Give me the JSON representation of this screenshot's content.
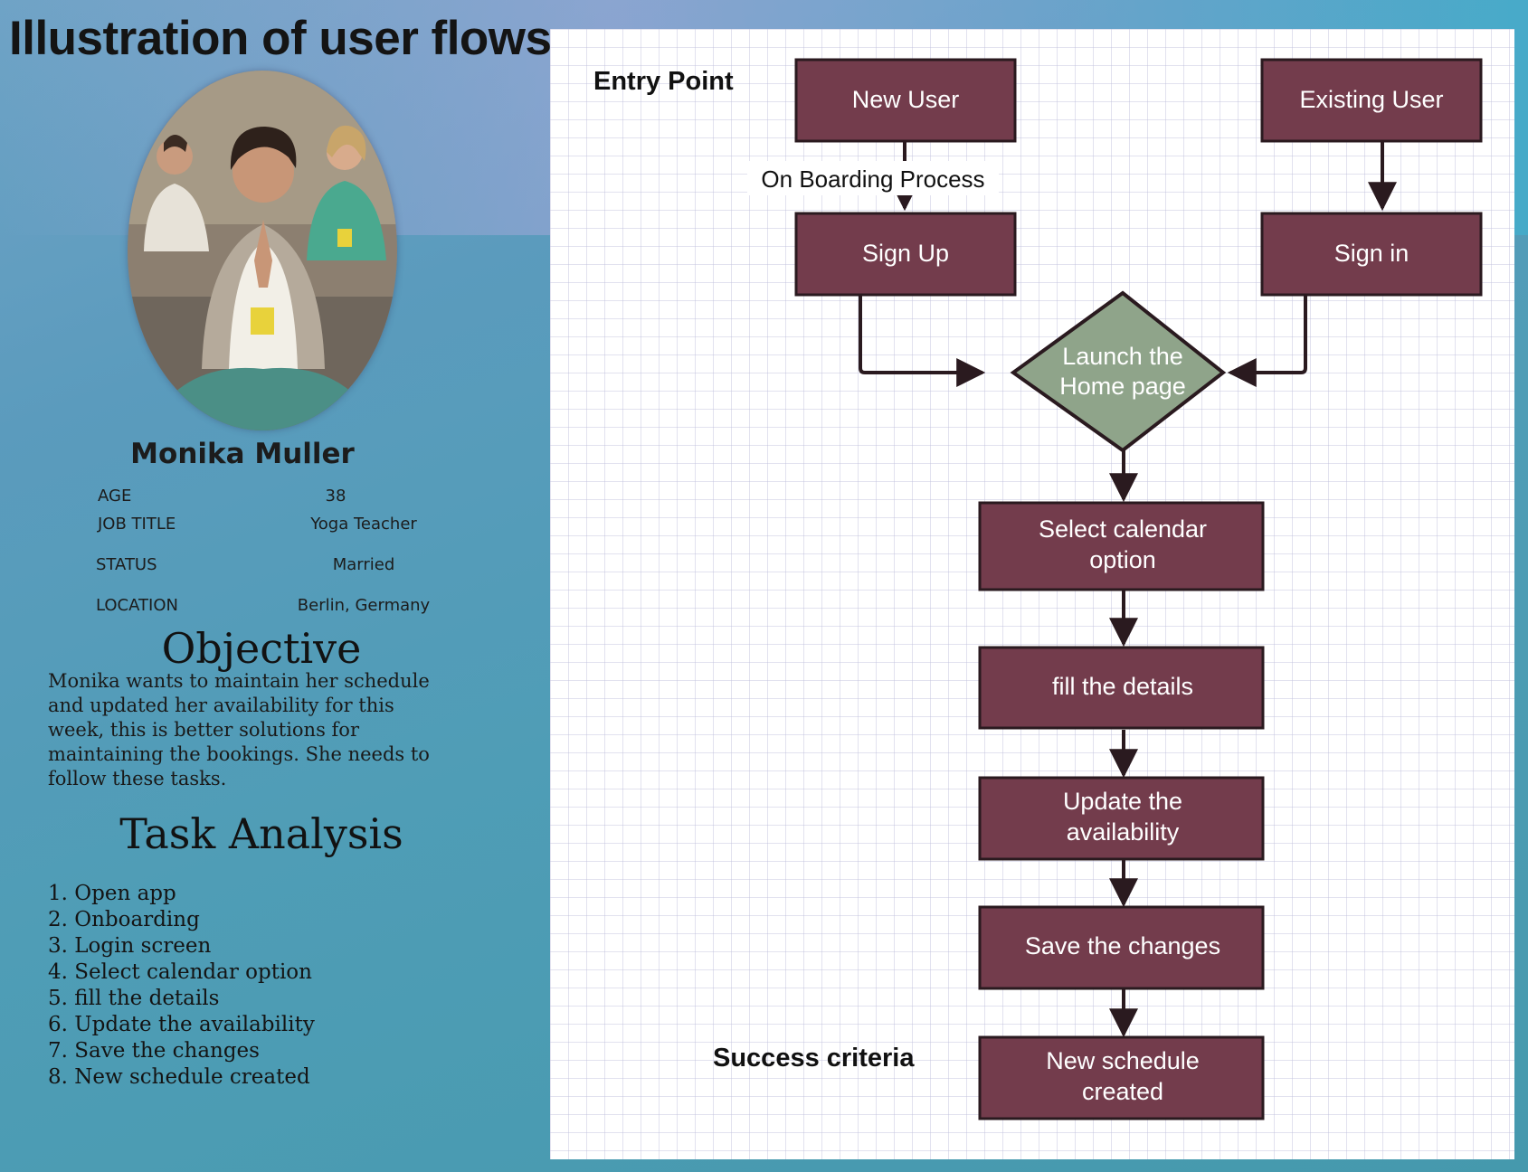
{
  "title": "Illustration of user flows",
  "persona": {
    "name": "Monika Muller",
    "photo_icon": "meditating-woman-photo",
    "attributes": [
      {
        "label": "AGE",
        "value": "38"
      },
      {
        "label": "JOB TITLE",
        "value": "Yoga Teacher"
      },
      {
        "label": "STATUS",
        "value": "Married"
      },
      {
        "label": "LOCATION",
        "value": "Berlin, Germany"
      }
    ]
  },
  "objective": {
    "heading": "Objective",
    "lines": [
      "Monika wants to maintain her schedule",
      "and updated her availability for this",
      "week, this is better solutions for",
      "maintaining the bookings. She needs to",
      "follow these tasks."
    ]
  },
  "task_analysis": {
    "heading": "Task Analysis",
    "items": [
      "1. Open app",
      "2. Onboarding",
      "3. Login screen",
      "4. Select calendar option",
      "5. fill the details",
      "6. Update the availability",
      "7. Save the changes",
      "8. New schedule created"
    ]
  },
  "flow": {
    "entry_label": "Entry Point",
    "success_label": "Success criteria",
    "edge_label": "On Boarding Process",
    "nodes": {
      "new_user": [
        "New User"
      ],
      "existing_user": [
        "Existing User"
      ],
      "sign_up": [
        "Sign Up"
      ],
      "sign_in": [
        "Sign in"
      ],
      "launch": [
        "Launch the",
        "Home page"
      ],
      "select_calendar": [
        "Select calendar",
        "option"
      ],
      "fill_details": [
        "fill the details"
      ],
      "update_availability": [
        "Update the",
        "availability"
      ],
      "save_changes": [
        "Save the changes"
      ],
      "new_schedule": [
        "New schedule",
        "created"
      ]
    }
  },
  "colors": {
    "box_fill": "#733c4c",
    "diamond_fill": "#8fa48a",
    "stroke": "#2a1a1f",
    "box_text": "#ffffff"
  }
}
